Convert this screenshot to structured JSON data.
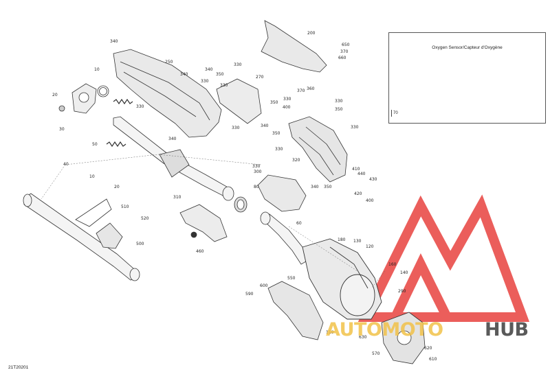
{
  "diagram": {
    "part_code": "21T20201",
    "legend": {
      "title": "Oxygen Sensor/Capteur d'Oxygène",
      "part_number": "70"
    },
    "watermark": {
      "text_a": "AUTOMOTO",
      "text_b": "HUB",
      "color_logo": "#e8433f",
      "color_text_a": "#f2c24a",
      "color_text_b": "#5a5a5a"
    },
    "callouts": [
      {
        "id": "c01",
        "text": "340"
      },
      {
        "id": "c02",
        "text": "250"
      },
      {
        "id": "c03",
        "text": "10"
      },
      {
        "id": "c04",
        "text": "340"
      },
      {
        "id": "c05",
        "text": "340"
      },
      {
        "id": "c06",
        "text": "330"
      },
      {
        "id": "c07",
        "text": "350"
      },
      {
        "id": "c08",
        "text": "330"
      },
      {
        "id": "c09",
        "text": "330"
      },
      {
        "id": "c10",
        "text": "270"
      },
      {
        "id": "c11",
        "text": "20"
      },
      {
        "id": "c12",
        "text": "330"
      },
      {
        "id": "c13",
        "text": "30"
      },
      {
        "id": "c14",
        "text": "330"
      },
      {
        "id": "c15",
        "text": "340"
      },
      {
        "id": "c16",
        "text": "50"
      },
      {
        "id": "c17",
        "text": "200"
      },
      {
        "id": "c18",
        "text": "650"
      },
      {
        "id": "c19",
        "text": "370"
      },
      {
        "id": "c20",
        "text": "660"
      },
      {
        "id": "c21",
        "text": "370"
      },
      {
        "id": "c22",
        "text": "360"
      },
      {
        "id": "c23",
        "text": "350"
      },
      {
        "id": "c24",
        "text": "330"
      },
      {
        "id": "c25",
        "text": "350"
      },
      {
        "id": "c26",
        "text": "400"
      },
      {
        "id": "c27",
        "text": "330"
      },
      {
        "id": "c28",
        "text": "340"
      },
      {
        "id": "c29",
        "text": "350"
      },
      {
        "id": "c30",
        "text": "330"
      },
      {
        "id": "c31",
        "text": "330"
      },
      {
        "id": "c32",
        "text": "320"
      },
      {
        "id": "c33",
        "text": "40"
      },
      {
        "id": "c34",
        "text": "10"
      },
      {
        "id": "c35",
        "text": "20"
      },
      {
        "id": "c36",
        "text": "330"
      },
      {
        "id": "c37",
        "text": "300"
      },
      {
        "id": "c38",
        "text": "80"
      },
      {
        "id": "c39",
        "text": "340"
      },
      {
        "id": "c40",
        "text": "350"
      },
      {
        "id": "c41",
        "text": "410"
      },
      {
        "id": "c42",
        "text": "440"
      },
      {
        "id": "c43",
        "text": "430"
      },
      {
        "id": "c44",
        "text": "420"
      },
      {
        "id": "c45",
        "text": "400"
      },
      {
        "id": "c46",
        "text": "310"
      },
      {
        "id": "c47",
        "text": "510"
      },
      {
        "id": "c48",
        "text": "520"
      },
      {
        "id": "c49",
        "text": "500"
      },
      {
        "id": "c50",
        "text": "60"
      },
      {
        "id": "c51",
        "text": "460"
      },
      {
        "id": "c52",
        "text": "180"
      },
      {
        "id": "c53",
        "text": "130"
      },
      {
        "id": "c54",
        "text": "120"
      },
      {
        "id": "c55",
        "text": "160"
      },
      {
        "id": "c56",
        "text": "140"
      },
      {
        "id": "c57",
        "text": "600"
      },
      {
        "id": "c58",
        "text": "550"
      },
      {
        "id": "c59",
        "text": "590"
      },
      {
        "id": "c60",
        "text": "290"
      },
      {
        "id": "c61",
        "text": "110"
      },
      {
        "id": "c62",
        "text": "630"
      },
      {
        "id": "c63",
        "text": "570"
      },
      {
        "id": "c64",
        "text": "620"
      },
      {
        "id": "c65",
        "text": "610"
      }
    ]
  }
}
